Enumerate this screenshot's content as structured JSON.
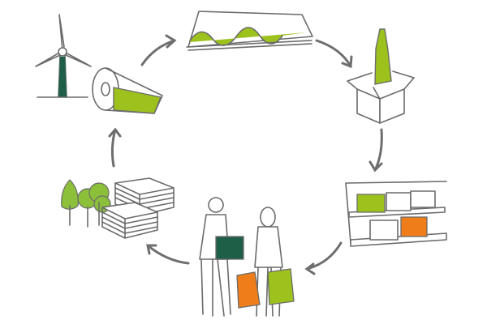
{
  "colors": {
    "lime": "#9dc21d",
    "dark_green": "#1e5f48",
    "orange": "#ee7d1a",
    "outline": "#6b6b6b",
    "tree_green": "#8cbf3a"
  },
  "cycle_steps": [
    "wind-energy-paper-roll",
    "corrugated-cardboard",
    "packaged-box",
    "store-shelf",
    "shoppers",
    "recycled-paper-forest"
  ]
}
